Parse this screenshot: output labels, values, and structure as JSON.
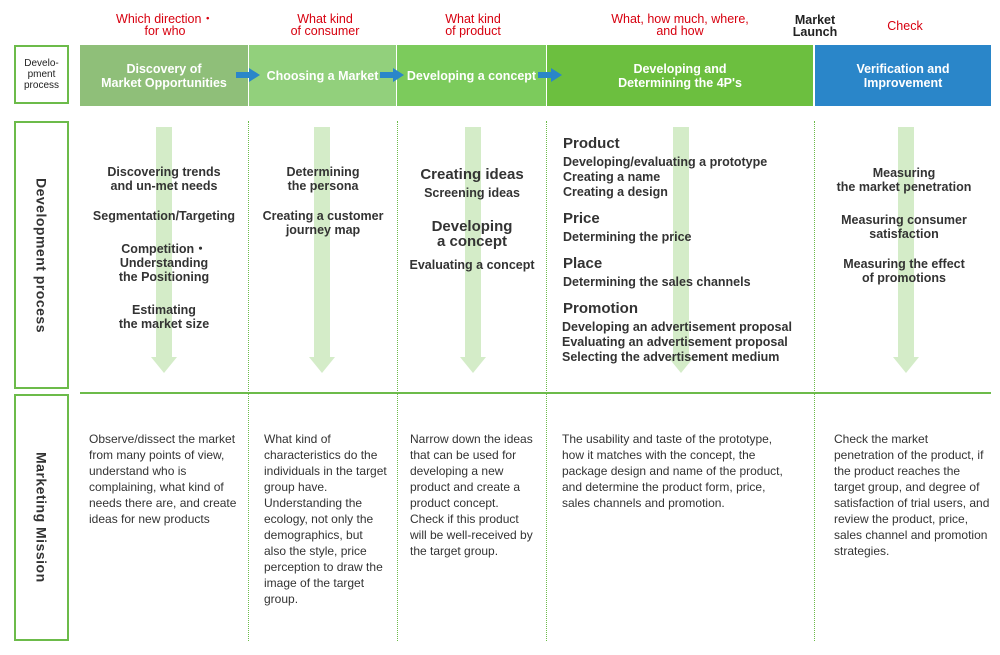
{
  "questions": {
    "col1": "Which direction・\nfor who",
    "col2": "What kind\nof consumer",
    "col3": "What kind\nof product",
    "col4": "What, how much, where,\nand how",
    "launch": "Market\nLaunch",
    "col5": "Check"
  },
  "row_labels": {
    "top": "Develo-\npment\nprocess",
    "middle": "Development process",
    "bottom": "Marketing Mission"
  },
  "stages": {
    "s1": "Discovery of\nMarket Opportunities",
    "s2": "Choosing a Market",
    "s3": "Developing a concept",
    "s4": "Developing and\nDetermining the 4P's",
    "s5": "Verification and\nImprovement"
  },
  "colors": {
    "s1": "#8fbf79",
    "s2": "#92d07c",
    "s3": "#7ccb5c",
    "s4": "#6cbf3f",
    "s5": "#2a86c9",
    "arrow": "#2a86c9",
    "question": "#d7000f",
    "border": "#6cbb4a",
    "down_arrow": "#d4ecc8"
  },
  "process": {
    "col1": [
      "Discovering trends\nand un-met needs",
      "Segmentation/Targeting",
      "Competition・\nUnderstanding\nthe Positioning",
      "Estimating\nthe market size"
    ],
    "col2": [
      "Determining\nthe persona",
      "Creating a customer\njourney map"
    ],
    "col3": {
      "h1": "Creating ideas",
      "t1": "Screening ideas",
      "h2": "Developing\na concept",
      "t2": "Evaluating a concept"
    },
    "col4": {
      "product_h": "Product",
      "product_t": "Developing/evaluating a prototype\nCreating a name\nCreating a design",
      "price_h": "Price",
      "price_t": "Determining the price",
      "place_h": "Place",
      "place_t": "Determining the sales channels",
      "promo_h": "Promotion",
      "promo_t": "Developing an advertisement proposal\nEvaluating an advertisement proposal\nSelecting the advertisement medium"
    },
    "col5": [
      "Measuring\nthe market penetration",
      "Measuring consumer\nsatisfaction",
      "Measuring the effect\nof promotions"
    ]
  },
  "mission": {
    "col1": "Observe/dissect the market from many points of view, understand who is complaining, what kind of needs there are, and create ideas for new products",
    "col2": "What kind of characteristics do the individuals in the target group have. Understanding the ecology, not only the demographics, but also the style, price perception to draw the image of the target group.",
    "col3": "Narrow down the ideas that can be used for developing a new product and create a product concept. Check if this product will be well-received by the target group.",
    "col4": "The usability and taste of the prototype, how it matches with the concept, the package design and name of the product, and determine the product form, price, sales channels and promotion.",
    "col5": "Check the market penetration of the product, if the product reaches the target group, and degree of satisfaction of trial users, and review the product, price, sales channel and promotion strategies."
  }
}
